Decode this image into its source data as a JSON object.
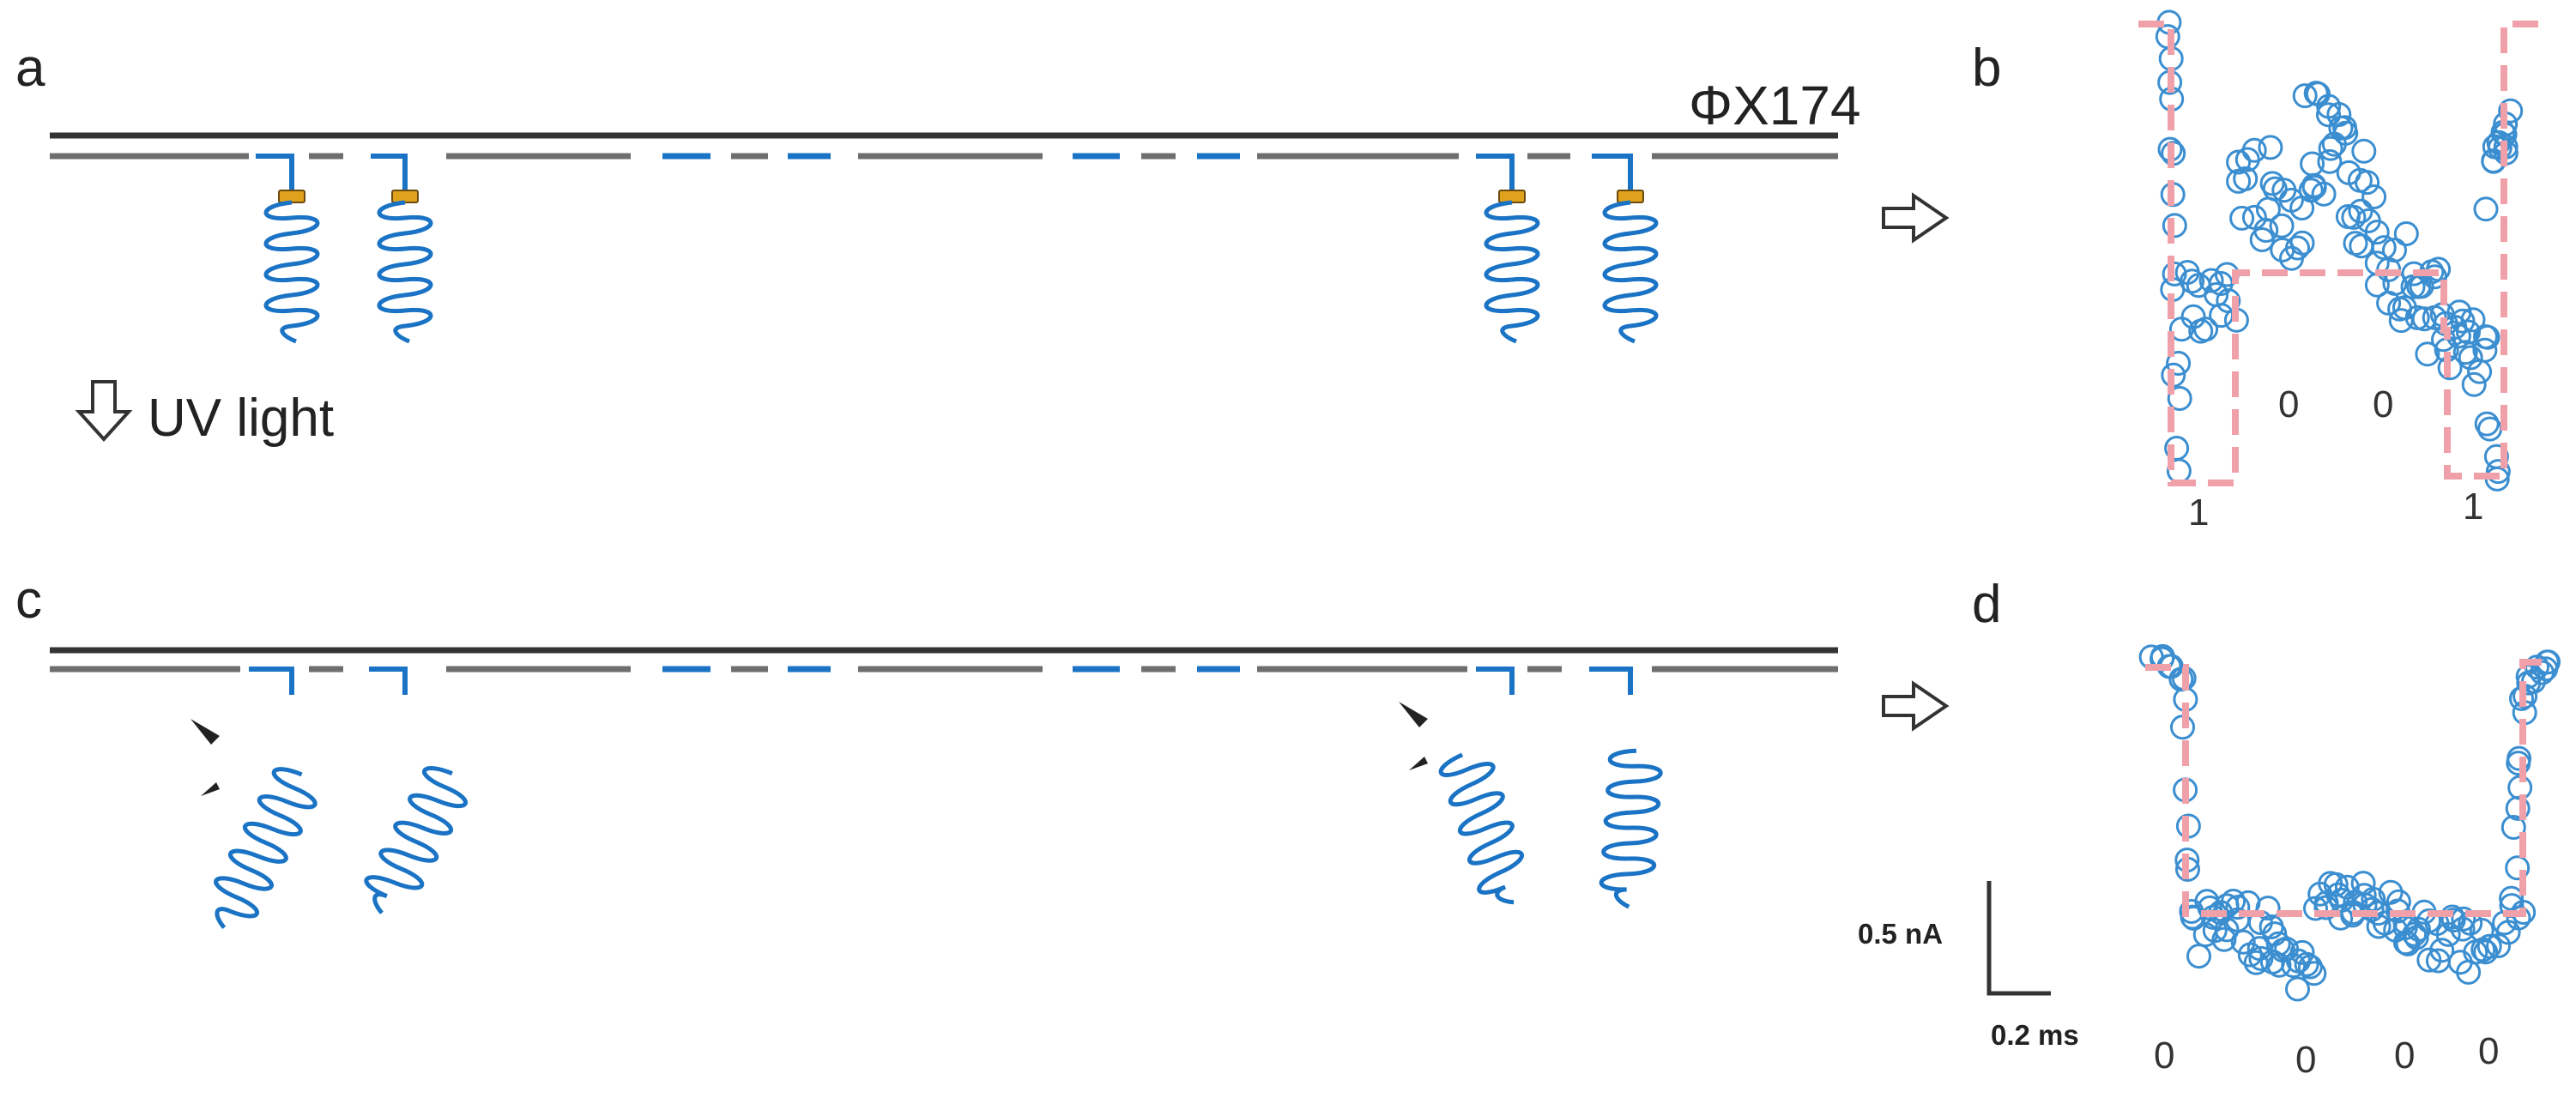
{
  "panels": {
    "a": "a",
    "b": "b",
    "c": "c",
    "d": "d"
  },
  "genome_label": "ΦX174",
  "uv_label": "UV light",
  "trace_b": {
    "level_labels": [
      "1",
      "0",
      "0",
      "1"
    ],
    "fit_color": "#f0a0a8",
    "point_color": "#3b8ed0"
  },
  "trace_d": {
    "level_labels": [
      "0",
      "0",
      "0",
      "0"
    ]
  },
  "scale_bar": {
    "current": "0.5 nA",
    "time": "0.2 ms"
  },
  "colors": {
    "strand": "#333333",
    "complement": "#6e6e6e",
    "probe": "#1a73c4",
    "photo_tag": "#e0a21c"
  }
}
